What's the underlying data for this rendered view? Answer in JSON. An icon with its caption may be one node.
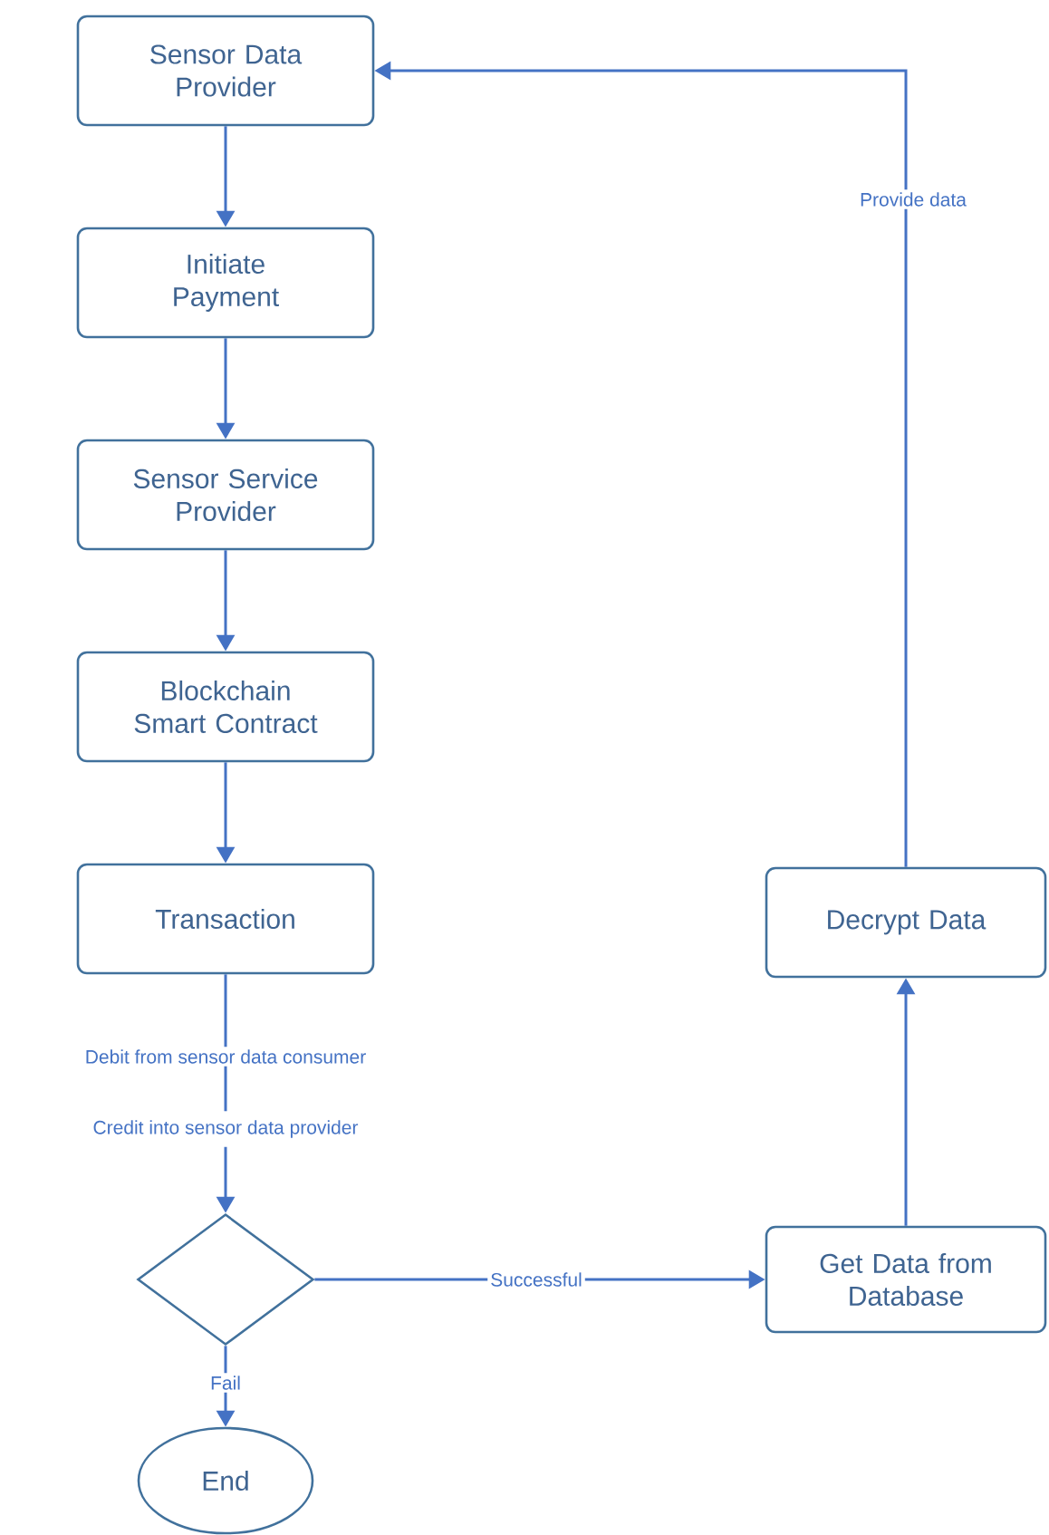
{
  "diagram": {
    "nodes": [
      {
        "text": [
          "Sensor Data Provider"
        ]
      },
      {
        "text": [
          "Initiate Payment"
        ]
      },
      {
        "text": [
          "Sensor Service Provider"
        ]
      },
      {
        "text": [
          "Blockchain Smart Contract"
        ]
      },
      {
        "text": [
          "Transaction"
        ]
      },
      {
        "text": [],
        "shape": "diamond"
      },
      {
        "text": [
          "End"
        ]
      },
      {
        "text": [
          "Get Data from Database"
        ]
      },
      {
        "text": [
          "Decrypt Data"
        ]
      }
    ],
    "edges": [
      {
        "from": 0,
        "to": 1,
        "arrow": "to"
      },
      {
        "from": 1,
        "to": 2,
        "arrow": "to"
      },
      {
        "from": 2,
        "to": 3,
        "arrow": "to"
      },
      {
        "from": 3,
        "to": 4,
        "arrow": "to"
      },
      {
        "from": 4,
        "to": 5,
        "arrow": "to",
        "label": "Debit from sensor data consumer"
      },
      {
        "from": 5,
        "to": 6,
        "arrow": "to",
        "label": "Fail"
      },
      {
        "from": 5,
        "to": 7,
        "arrow": "to",
        "label": "Successful"
      },
      {
        "from": 7,
        "to": 8,
        "arrow": "to"
      },
      {
        "from": 8,
        "to": 0,
        "arrow": "to",
        "label": "Provide data"
      }
    ],
    "labels": [
      "Credit into sensor data provider"
    ]
  }
}
